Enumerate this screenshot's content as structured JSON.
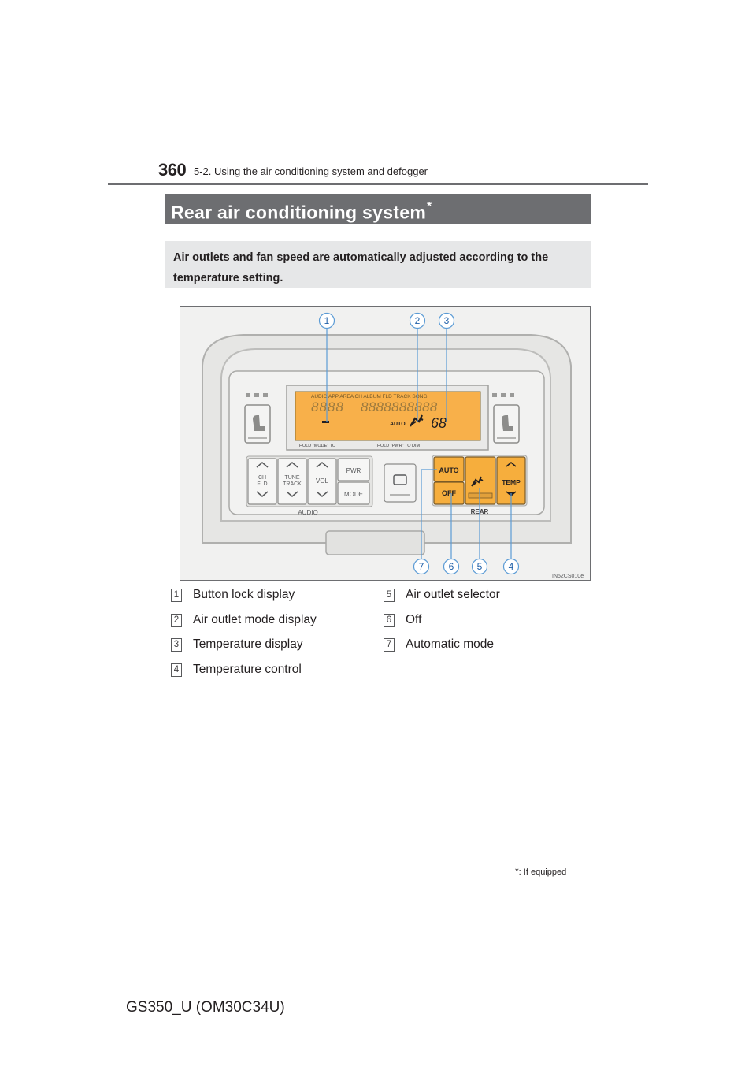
{
  "header": {
    "page_number": "360",
    "section": "5-2. Using the air conditioning system and defogger"
  },
  "heading": {
    "title": "Rear air conditioning system",
    "marker": "*"
  },
  "intro": "Air outlets and fan speed are automatically adjusted according to the temperature setting.",
  "figure": {
    "callouts": [
      "1",
      "2",
      "3",
      "7",
      "6",
      "5",
      "4"
    ],
    "display": {
      "top_labels": "AUDIO APP AREA CH ALBUM FLD TRACK SONG",
      "segments_left": "8888",
      "segments_right": "8888888888",
      "auto": "AUTO",
      "temperature": "68",
      "hold_left": "HOLD \"MODE\" TO",
      "hold_right": "HOLD \"PWR\" TO DIM"
    },
    "buttons": {
      "ch_fld": [
        "CH",
        "FLD"
      ],
      "tune_track": [
        "TUNE",
        "TRACK"
      ],
      "vol": "VOL",
      "pwr": "PWR",
      "mode": "MODE",
      "auto": "AUTO",
      "off": "OFF",
      "temp": "TEMP"
    },
    "group_labels": {
      "audio": "AUDIO",
      "rear": "REAR"
    },
    "image_code": "IN52CS010e"
  },
  "legend": [
    {
      "num": "1",
      "label": "Button lock display"
    },
    {
      "num": "2",
      "label": "Air outlet mode display"
    },
    {
      "num": "3",
      "label": "Temperature display"
    },
    {
      "num": "4",
      "label": "Temperature control"
    },
    {
      "num": "5",
      "label": "Air outlet selector"
    },
    {
      "num": "6",
      "label": "Off"
    },
    {
      "num": "7",
      "label": "Automatic mode"
    }
  ],
  "footnote": {
    "marker": "*",
    "text": ": If equipped"
  },
  "footer": {
    "doc_code": "GS350_U (OM30C34U)"
  },
  "colors": {
    "heading_bar": "#6d6e71",
    "intro_bg": "#e6e7e8",
    "lcd": "#f8b04a",
    "buttons_active": "#f6ae3d"
  }
}
